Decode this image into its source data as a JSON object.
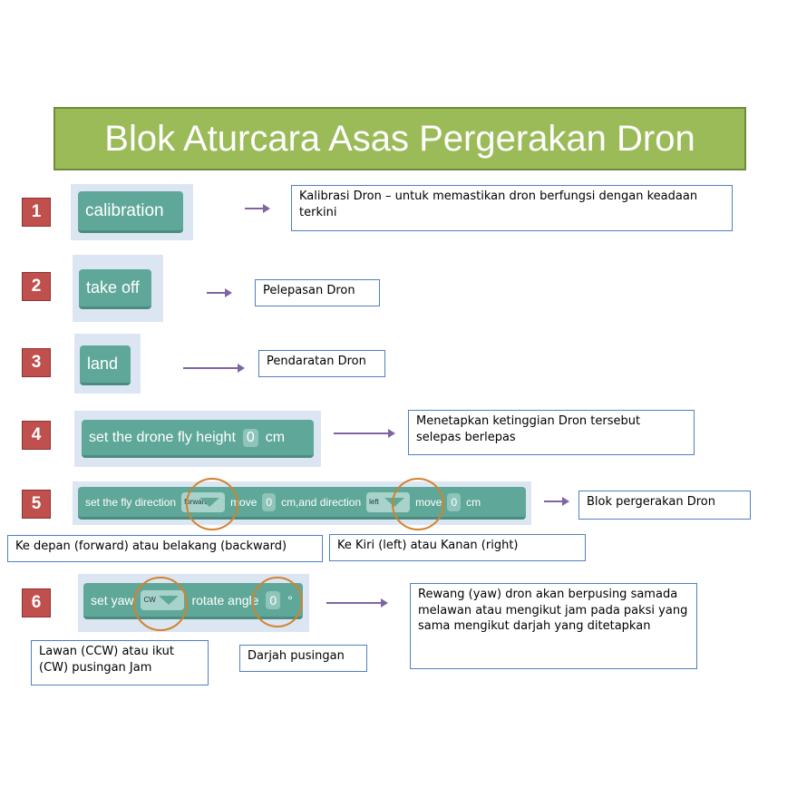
{
  "title": "Blok Aturcara Asas Pergerakan Dron",
  "rows": [
    {
      "num": "1",
      "block": "calibration",
      "desc": "Kalibrasi Dron – untuk memastikan dron berfungsi dengan keadaan terkini"
    },
    {
      "num": "2",
      "block": "take off",
      "desc": "Pelepasan Dron"
    },
    {
      "num": "3",
      "block": "land",
      "desc": "Pendaratan Dron"
    },
    {
      "num": "4",
      "block": "set the drone fly height",
      "value": "0",
      "unit": "cm",
      "desc": "Menetapkan ketinggian Dron tersebut selepas berlepas"
    },
    {
      "num": "5",
      "block": "set the fly direction",
      "dir1": "forward",
      "move": "move",
      "value1": "0",
      "mid": "cm,and direction",
      "dir2": "left",
      "value2": "0",
      "unit": "cm",
      "desc": "Blok pergerakan Dron",
      "note1": "Ke depan (forward) atau belakang (backward)",
      "note2": "Ke Kiri (left) atau Kanan (right)"
    },
    {
      "num": "6",
      "block": "set yaw",
      "dir": "CW",
      "mid": "rotate angle",
      "value": "0",
      "unit": "°",
      "desc": "Rewang (yaw) dron akan berpusing samada melawan atau mengikut jam pada paksi yang sama mengikut darjah yang ditetapkan",
      "note1": "Lawan (CCW) atau ikut (CW) pusingan Jam",
      "note2": "Darjah pusingan"
    }
  ]
}
